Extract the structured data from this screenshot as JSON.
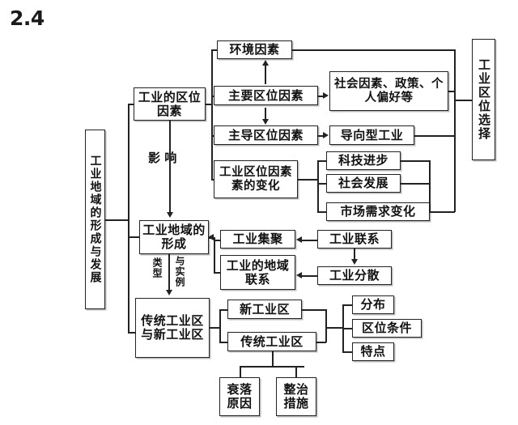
{
  "page": {
    "section_number": "2.4",
    "background": "#ffffff",
    "line_color": "#222222",
    "box_border_color": "#222222",
    "text_color": "#111111"
  },
  "nodes": {
    "root": "工业地域的形成与发展",
    "location_factors": "工业的区位因素",
    "environmental_factors": "环境因素",
    "main_location_factors": "主要区位因素",
    "social_policy_preference": "社会因素、政策、个人偏好等",
    "dominant_location_factors": "主导区位因素",
    "oriented_industry": "导向型工业",
    "change_of_location_factors": "工业区位因素素的变化",
    "tech_progress": "科技进步",
    "social_development": "社会发展",
    "market_demand_change": "市场需求变化",
    "industrial_location_choice": "工业区位选择",
    "formation_of_industrial_region": "工业地域的形成",
    "industrial_agglomeration": "工业集聚",
    "industrial_regional_links": "工业的地域联系",
    "industrial_links": "工业联系",
    "industrial_dispersion": "工业分散",
    "traditional_and_new_zones": "传统工业区与新工业区",
    "new_industrial_zone": "新工业区",
    "traditional_industrial_zone": "传统工业区",
    "distribution": "分布",
    "location_conditions": "区位条件",
    "characteristics": "特点",
    "decline_reasons": "衰落原因",
    "remediation_measures": "整治措施"
  },
  "edge_labels": {
    "influence": "影 响",
    "type": "类型",
    "and_example": "与实例"
  }
}
